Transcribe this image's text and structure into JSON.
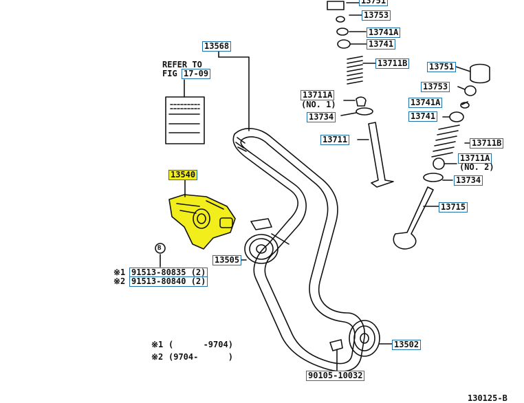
{
  "labels": {
    "p13751_top": "13751",
    "p13753_top": "13753",
    "p13741A_top": "13741A",
    "p13741_top": "13741",
    "p13711B_top": "13711B",
    "p13568": "13568",
    "refer_line1": "REFER TO",
    "refer_fig": "FIG",
    "refer_num": "17-09",
    "p13711A_left": "13711A",
    "no1": "(NO. 1)",
    "p13734_left": "13734",
    "p13711_left": "13711",
    "p13751_right": "13751",
    "p13753_right": "13753",
    "p13741A_right": "13741A",
    "p13741_right": "13741",
    "p13711B_right": "13711B",
    "p13711A_right": "13711A",
    "no2": "(NO. 2)",
    "p13734_right": "13734",
    "p13715": "13715",
    "p13540": "13540",
    "p13505": "13505",
    "b_mark": "B",
    "bolt1_mark": "※1",
    "bolt1_part": "91513-80835 (2)",
    "bolt2_mark": "※2",
    "bolt2_part": "91513-80840 (2)",
    "note1_mark": "※1",
    "note1_text": "(      -9704)",
    "note2_mark": "※2",
    "note2_text": "(9704-      )",
    "p13502": "13502",
    "p90105": "90105-10032",
    "fig_code": "130125-B"
  },
  "colors": {
    "label_border": "#1e6fae",
    "highlight": "#f2ee1c",
    "line": "#111111"
  }
}
